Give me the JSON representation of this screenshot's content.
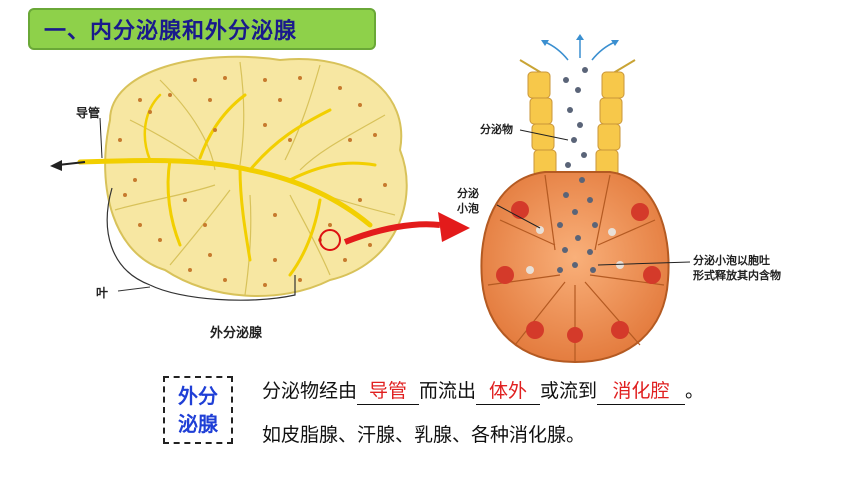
{
  "title": "一、内分泌腺和外分泌腺",
  "figure": {
    "label_duct": "导管",
    "label_lobe": "叶",
    "caption": "外分泌腺",
    "label_secretion": "分泌物",
    "label_vesicle": "分泌\n小泡",
    "label_release": "分泌小泡以胞吐\n形式释放其内含物"
  },
  "term": "外分\n泌腺",
  "sentence": {
    "p1": "分泌物经由",
    "a1": "导管",
    "p2": "而流出",
    "a2": "体外",
    "p3": "或流到",
    "a3": "消化腔",
    "p4": "。"
  },
  "examples": "如皮脂腺、汗腺、乳腺、各种消化腺。",
  "colors": {
    "title_bg": "#8ed14a",
    "title_text": "#1a1a8c",
    "answer": "#e02020",
    "term": "#1f3fd6"
  }
}
